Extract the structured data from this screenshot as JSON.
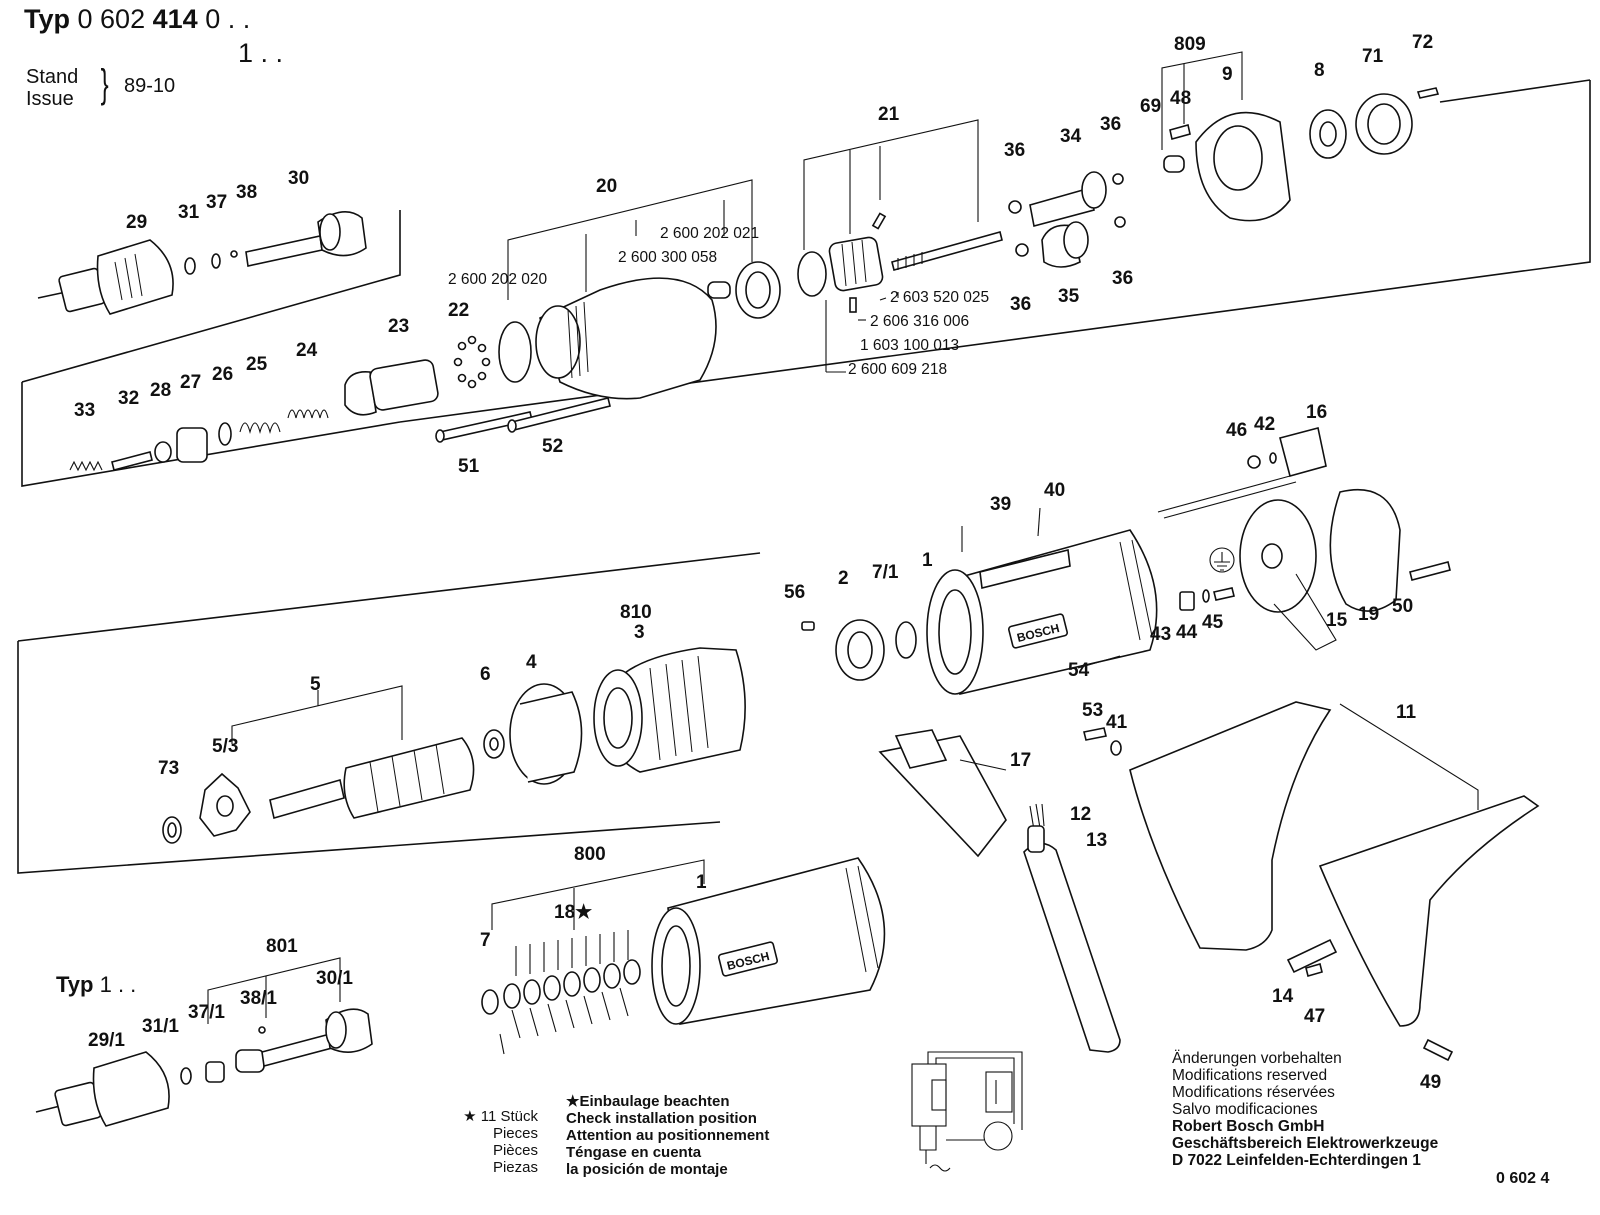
{
  "header": {
    "typ_prefix": "Typ",
    "typ_number_a": "0 602",
    "typ_number_b": "414",
    "typ_number_c": "0 . .",
    "typ_variant": "1 . .",
    "stand_label": "Stand",
    "issue_label": "Issue",
    "brace": "}",
    "issue_date": "89-10"
  },
  "variant_label": {
    "prefix": "Typ",
    "value": "1 . ."
  },
  "callouts": {
    "c809": "809",
    "c9": "9",
    "c8": "8",
    "c71": "71",
    "c72": "72",
    "c69": "69",
    "c48": "48",
    "c21": "21",
    "c36a": "36",
    "c34": "34",
    "c36b": "36",
    "c36c": "36",
    "c35": "35",
    "c36d": "36",
    "c20": "20",
    "c29": "29",
    "c31": "31",
    "c37": "37",
    "c38": "38",
    "c30": "30",
    "c23": "23",
    "c22": "22",
    "c24": "24",
    "c25": "25",
    "c26": "26",
    "c27": "27",
    "c28": "28",
    "c32": "32",
    "c33": "33",
    "c51": "51",
    "c52": "52",
    "c16": "16",
    "c46": "46",
    "c42": "42",
    "c39": "39",
    "c40": "40",
    "c1a": "1",
    "c2": "2",
    "c71b": "7/1",
    "c56": "56",
    "c810": "810",
    "c3": "3",
    "c43": "43",
    "c44": "44",
    "c45": "45",
    "c15": "15",
    "c19": "19",
    "c50": "50",
    "c54": "54",
    "c5": "5",
    "c6": "6",
    "c4": "4",
    "c53": "5/3",
    "c73": "73",
    "c17": "17",
    "c53b": "53",
    "c41": "41",
    "c11": "11",
    "c12": "12",
    "c13": "13",
    "c800": "800",
    "c1b": "1",
    "c18": "18★",
    "c7": "7",
    "c14": "14",
    "c47": "47",
    "c49": "49",
    "c801": "801",
    "c301": "30/1",
    "c381": "38/1",
    "c371": "37/1",
    "c311": "31/1",
    "c291": "29/1"
  },
  "part_numbers": {
    "p1": "2 600 202 021",
    "p2": "2 600 300 058",
    "p3": "2 600 202 020",
    "p4": "2 603 520 025",
    "p5": "2 606 316 006",
    "p6": "1 603 100 013",
    "p7": "2 600 609 218"
  },
  "logo_text": "BOSCH",
  "notes": {
    "lines": [
      "Änderungen vorbehalten",
      "Modifications reserved",
      "Modifications réservées",
      "Salvo modificaciones"
    ],
    "company": [
      "Robert Bosch GmbH",
      "Geschäftsbereich Elektrowerkzeuge",
      "D 7022 Leinfelden-Echterdingen 1"
    ]
  },
  "legend": {
    "count": "★ 11 Stück",
    "count_translations": [
      "Pieces",
      "Pièces",
      "Piezas"
    ],
    "star_note": "★Einbaulage beachten",
    "note_translations": [
      "Check installation position",
      "Attention au positionnement",
      "Téngase en cuenta",
      "la posición de montaje"
    ]
  },
  "doc_number": "0 602 4"
}
